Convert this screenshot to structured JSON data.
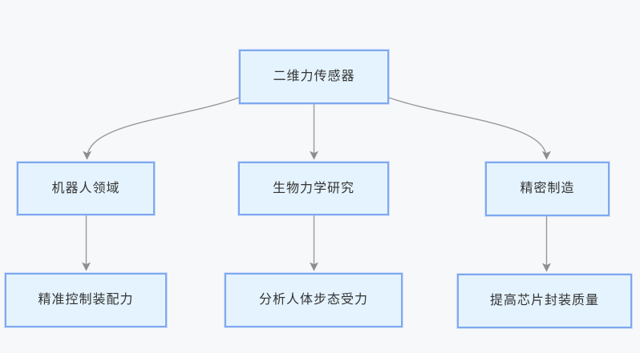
{
  "theme": {
    "bg": "#f7f8fa",
    "node_fill": "#e4f3fd",
    "node_border": "#7fa8f0",
    "text": "#333333",
    "arrow": "#999999",
    "arrowhead": "#8e8e8e"
  },
  "diagram": {
    "type": "flowchart",
    "direction": "top-down",
    "nodes": {
      "root": {
        "label": "二维力传感器"
      },
      "robotics": {
        "label": "机器人领域"
      },
      "biomechanics": {
        "label": "生物力学研究"
      },
      "precision": {
        "label": "精密制造"
      },
      "assembly": {
        "label": "精准控制装配力"
      },
      "gait": {
        "label": "分析人体步态受力"
      },
      "packaging": {
        "label": "提高芯片封装质量"
      }
    },
    "edges": [
      {
        "from": "root",
        "to": "robotics"
      },
      {
        "from": "root",
        "to": "biomechanics"
      },
      {
        "from": "root",
        "to": "precision"
      },
      {
        "from": "robotics",
        "to": "assembly"
      },
      {
        "from": "biomechanics",
        "to": "gait"
      },
      {
        "from": "precision",
        "to": "packaging"
      }
    ]
  }
}
